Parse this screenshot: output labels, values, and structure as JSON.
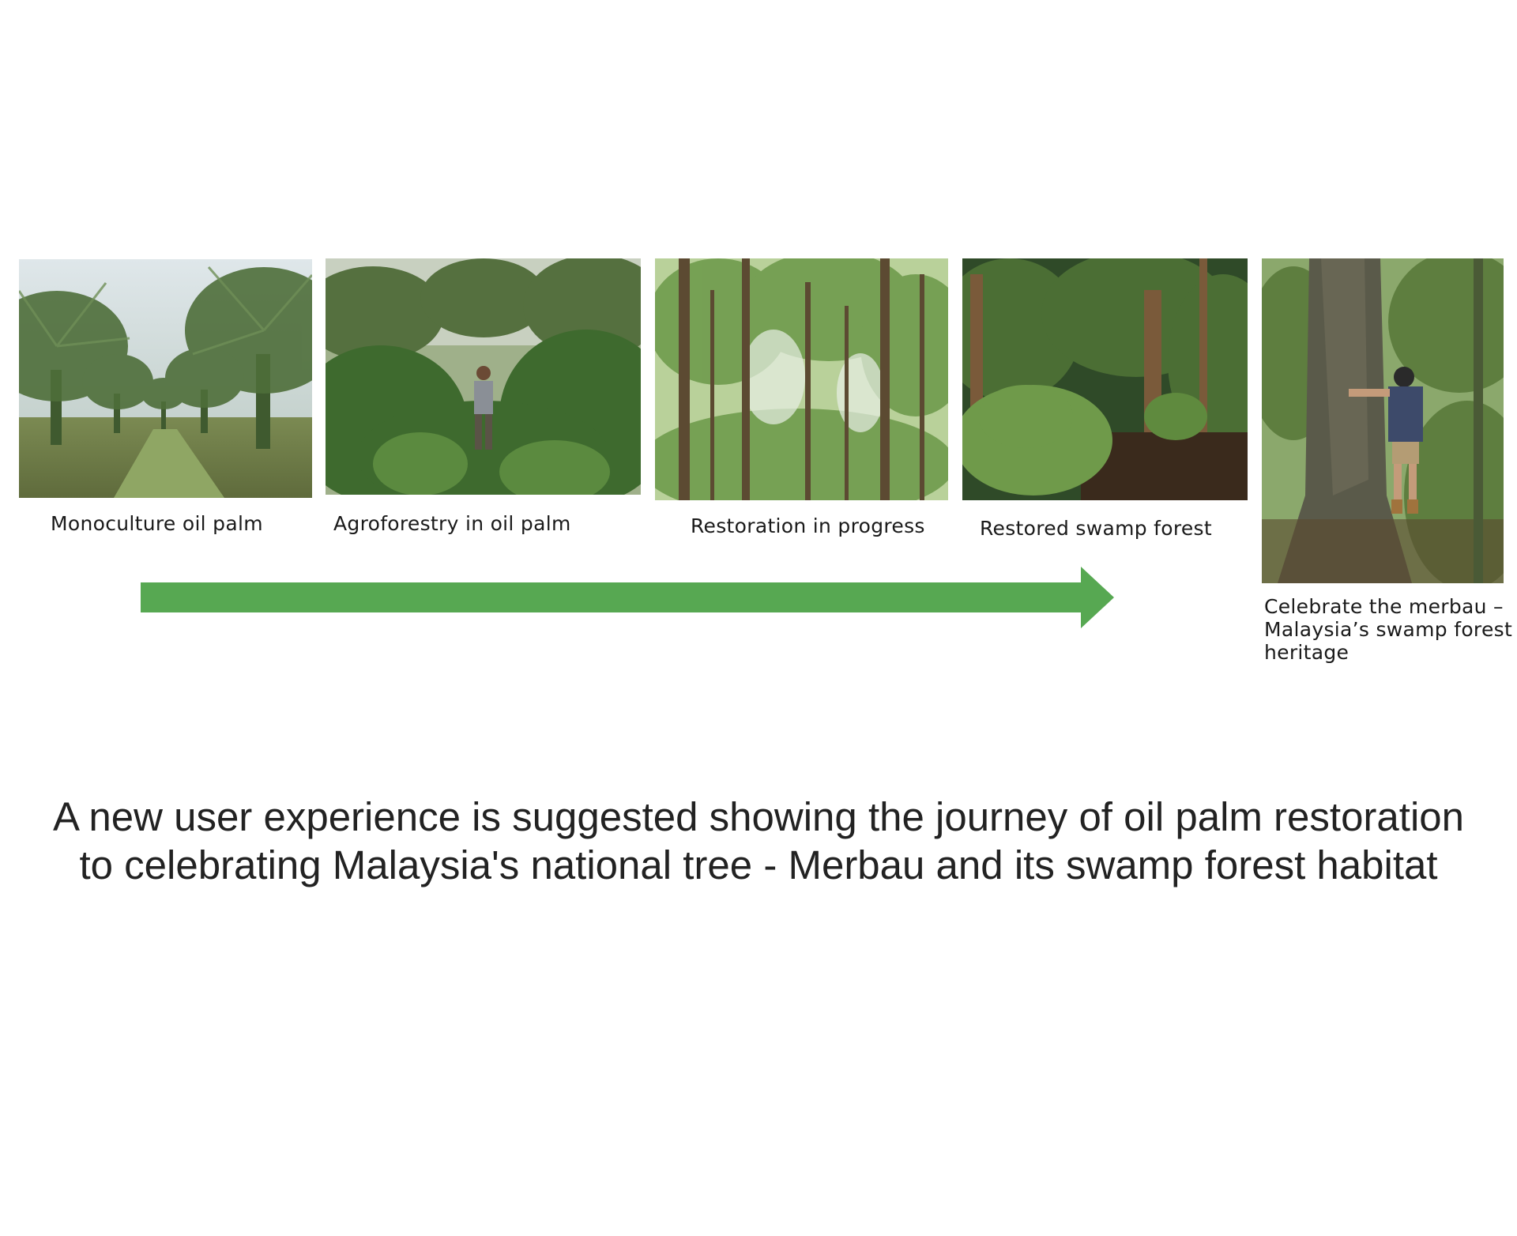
{
  "steps": [
    {
      "caption": "Monoculture oil palm"
    },
    {
      "caption": "Agroforestry in oil palm"
    },
    {
      "caption": "Restoration in progress"
    },
    {
      "caption": "Restored swamp forest"
    }
  ],
  "final_step": {
    "caption_lines": [
      "Celebrate the merbau –",
      "Malaysia’s swamp forest",
      "heritage"
    ]
  },
  "summary": {
    "line1": "A new user experience is suggested showing the journey of oil palm restoration",
    "line2": "to celebrating Malaysia's national tree - Merbau and its swamp forest habitat"
  },
  "colors": {
    "arrow": "#57a852",
    "text": "#222222"
  }
}
